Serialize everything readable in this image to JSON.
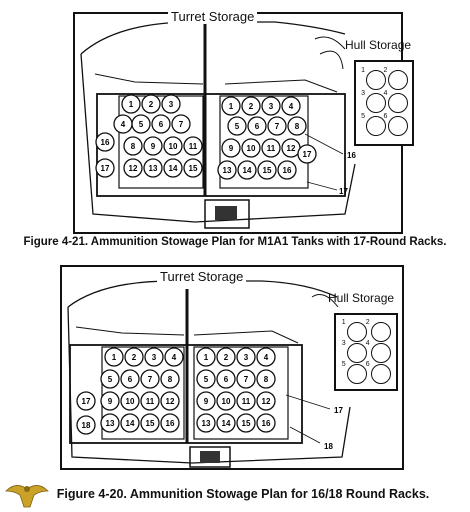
{
  "figure1": {
    "turret_title": "Turret Storage",
    "hull_title": "Hull Storage",
    "hull_slots": [
      "1",
      "2",
      "3",
      "4",
      "5",
      "6"
    ],
    "left_rack": [
      "1",
      "2",
      "3",
      "4",
      "5",
      "6",
      "7",
      "8",
      "9",
      "10",
      "11",
      "12",
      "13",
      "14",
      "15",
      "16",
      "17"
    ],
    "right_rack": [
      "1",
      "2",
      "3",
      "4",
      "5",
      "6",
      "7",
      "8",
      "9",
      "10",
      "11",
      "12",
      "13",
      "14",
      "15",
      "16",
      "17"
    ],
    "callouts": [
      "16",
      "17"
    ],
    "caption": "Figure 4-21.  Ammunition Stowage Plan for M1A1 Tanks with 17-Round Racks."
  },
  "figure2": {
    "turret_title": "Turret Storage",
    "hull_title": "Hull Storage",
    "hull_slots": [
      "1",
      "2",
      "3",
      "4",
      "5",
      "6"
    ],
    "left_rack": [
      "1",
      "2",
      "3",
      "4",
      "5",
      "6",
      "7",
      "8",
      "9",
      "10",
      "11",
      "12",
      "13",
      "14",
      "15",
      "16",
      "17",
      "18"
    ],
    "right_rack": [
      "1",
      "2",
      "3",
      "4",
      "5",
      "6",
      "7",
      "8",
      "9",
      "10",
      "11",
      "12",
      "13",
      "14",
      "15",
      "16"
    ],
    "callouts": [
      "17",
      "18"
    ],
    "caption": "Figure 4-20.  Ammunition Stowage Plan for 16/18 Round Racks."
  }
}
